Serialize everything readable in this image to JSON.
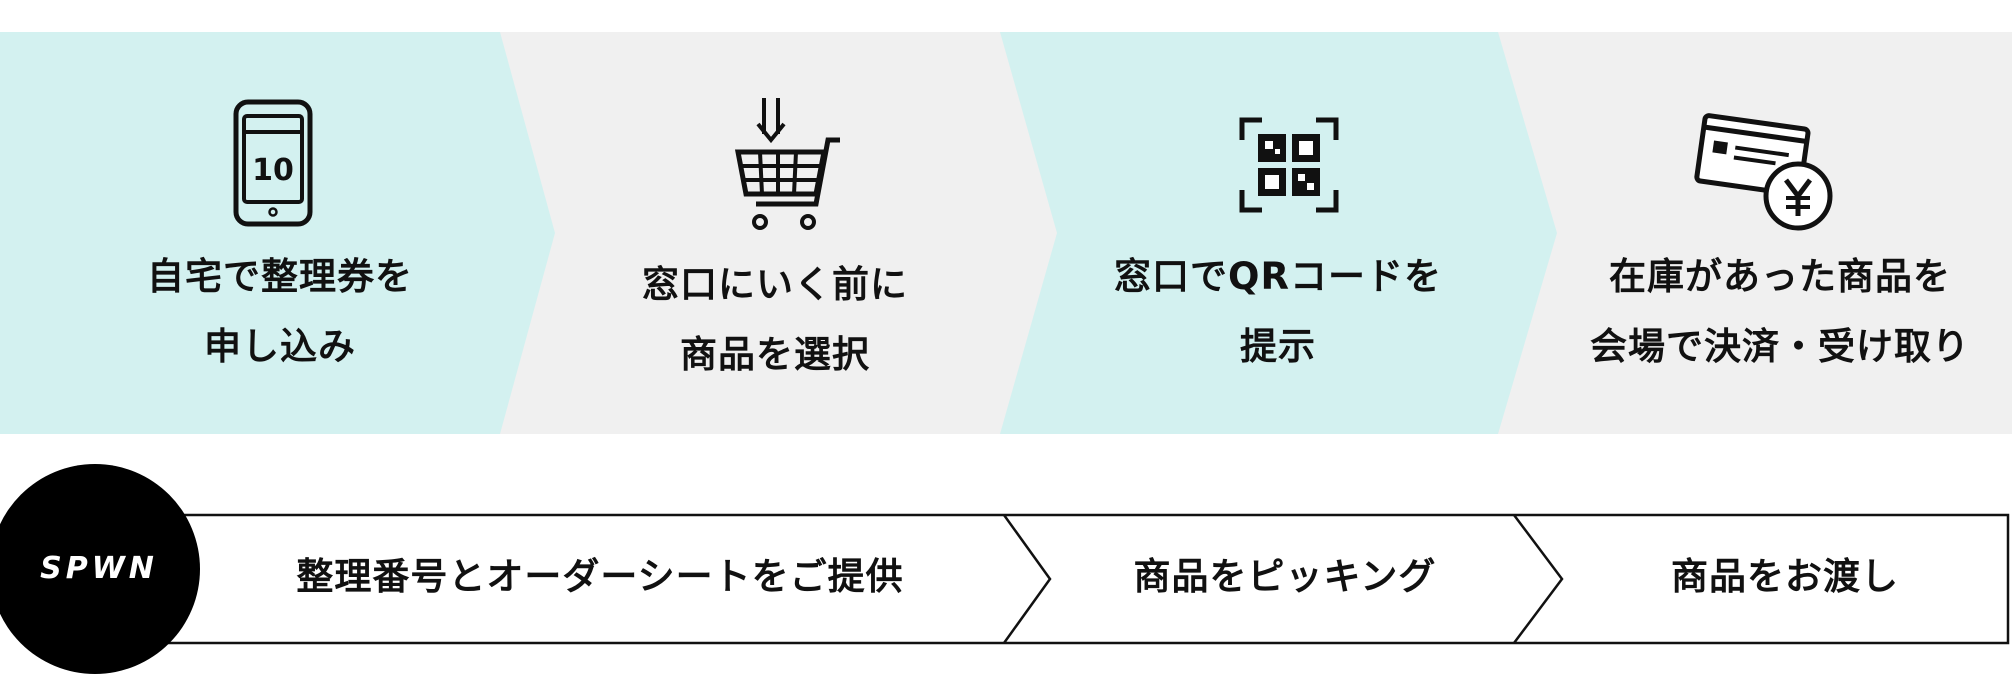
{
  "colors": {
    "mint": "#d3f1f0",
    "gray": "#f0f0f0",
    "ink": "#111111"
  },
  "top_steps": [
    {
      "icon": "smartphone-icon",
      "icon_text": "10",
      "line1": "自宅で整理券を",
      "line2": "申し込み"
    },
    {
      "icon": "shopping-cart-icon",
      "line1": "窓口にいく前に",
      "line2": "商品を選択"
    },
    {
      "icon": "qr-code-icon",
      "line1": "窓口でQRコードを",
      "line2": "提示"
    },
    {
      "icon": "card-yen-payment-icon",
      "line1": "在庫があった商品を",
      "line2": "会場で決済・受け取り"
    }
  ],
  "logo": {
    "text": "SPWN"
  },
  "bottom_flow": [
    {
      "label": "整理番号とオーダーシートをご提供"
    },
    {
      "label": "商品をピッキング"
    },
    {
      "label": "商品をお渡し"
    }
  ]
}
